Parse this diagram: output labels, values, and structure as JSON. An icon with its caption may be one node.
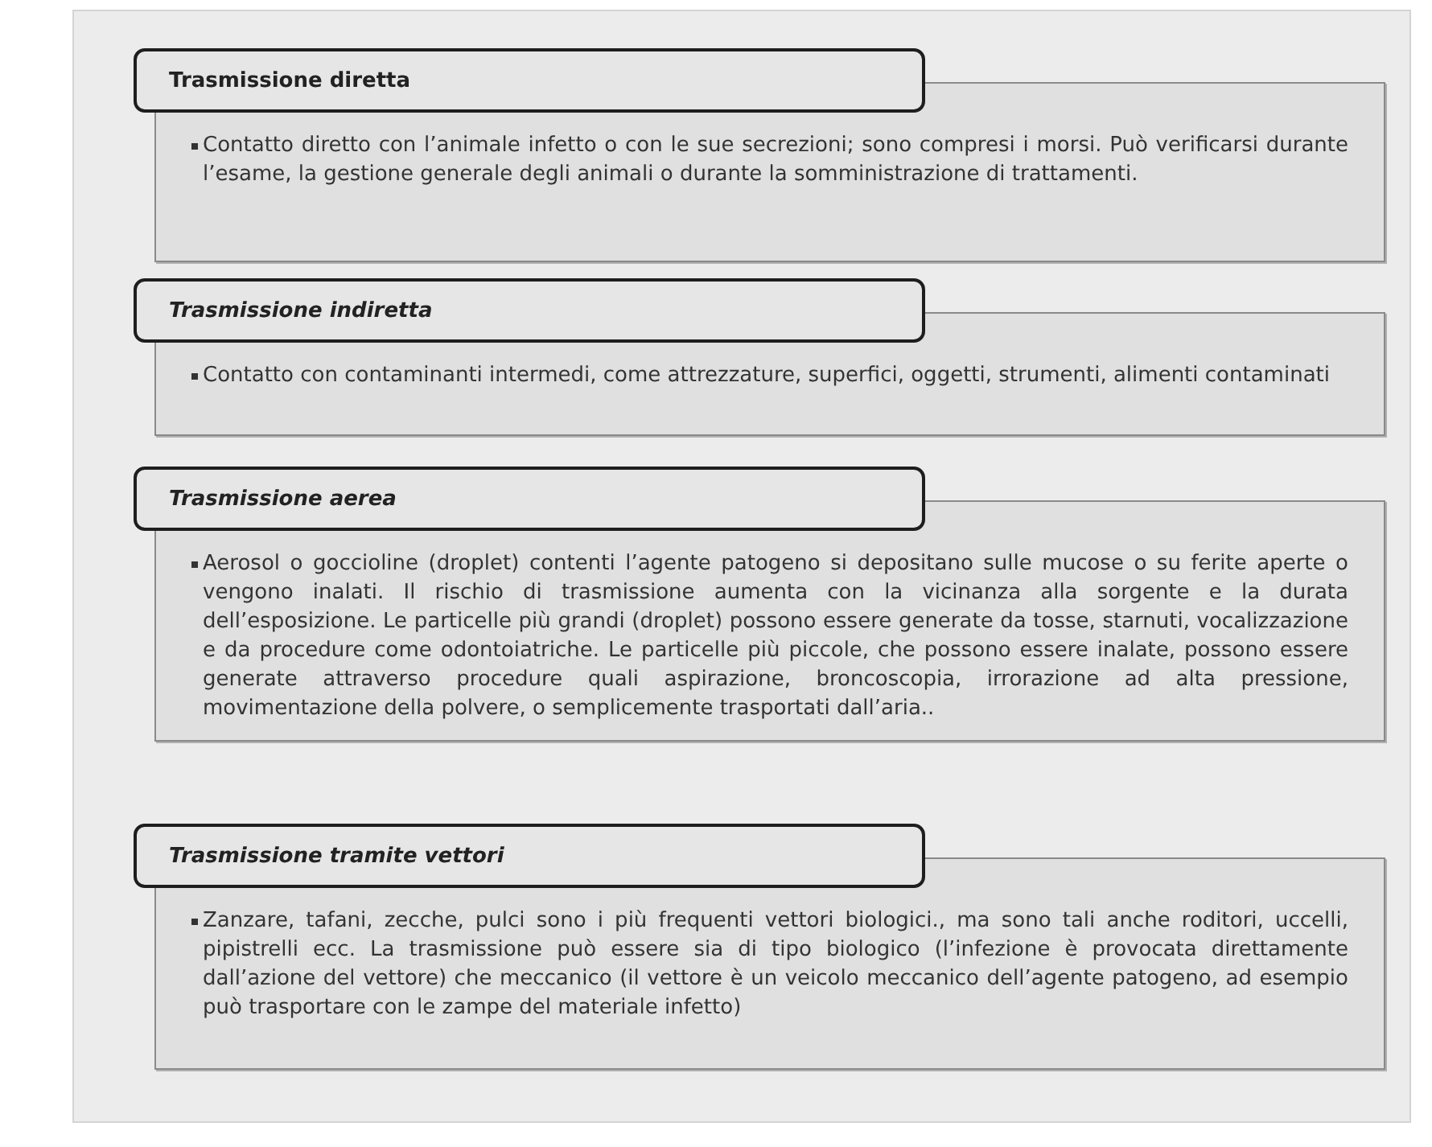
{
  "diagram": {
    "nodes": [
      {
        "text": [
          "Trasmissione diretta",
          "Contatto diretto con l’animale infetto  o con le sue secrezioni; sono compresi i morsi. Può verificarsi durante l’esame, la gestione generale degli animali o durante la somministrazione di trattamenti."
        ]
      },
      {
        "text": [
          "Trasmissione indiretta",
          "Contatto con contaminanti intermedi, come attrezzature, superfici, oggetti, strumenti, alimenti contaminati"
        ]
      },
      {
        "text": [
          "Trasmissione aerea",
          "Aerosol o goccioline  (droplet) contenti l’agente patogeno si depositano sulle mucose o su ferite aperte o vengono inalati. Il rischio di trasmissione aumenta con la vicinanza alla sorgente e la durata dell’esposizione. Le particelle più grandi  (droplet) possono essere generate da tosse, starnuti, vocalizzazione e da procedure come odontoiatriche. Le particelle più piccole, che possono essere inalate, possono essere generate attraverso procedure quali aspirazione, broncoscopia, irrorazione ad alta pressione, movimentazione della polvere, o semplicemente trasportati dall’aria.."
        ]
      },
      {
        "text": [
          "Trasmissione tramite vettori",
          "Zanzare, tafani, zecche, pulci sono i più frequenti vettori biologici., ma sono tali anche roditori, uccelli, pipistrelli ecc. La trasmissione può essere sia di tipo biologico (l’infezione è provocata direttamente dall’azione del vettore) che meccanico (il vettore è un veicolo meccanico dell’agente patogeno, ad esempio può trasportare con le zampe del materiale infetto)"
        ]
      }
    ]
  }
}
